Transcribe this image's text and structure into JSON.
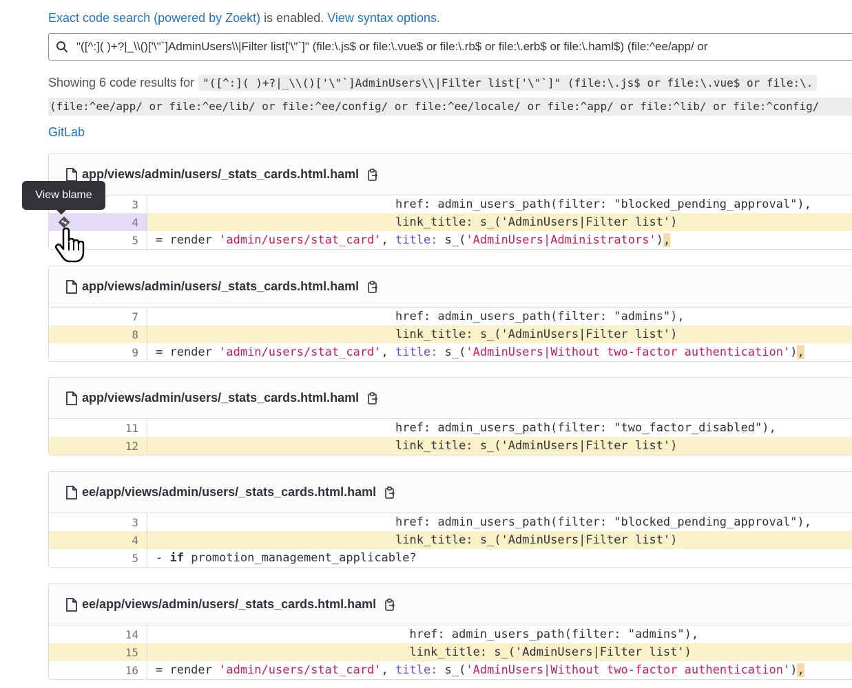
{
  "notice": {
    "prefix": "Exact code search (powered by Zoekt)",
    "middle": " is enabled. ",
    "link": "View syntax options."
  },
  "search": {
    "value": "\"([^:]( )+?|_\\\\()['\\\"`]AdminUsers\\\\|Filter list['\\\"`]\" (file:\\.js$ or file:\\.vue$ or file:\\.rb$ or file:\\.erb$ or file:\\.haml$) (file:^ee/app/ or"
  },
  "results": {
    "prefix": "Showing 6 code results for",
    "query_line1": "\"([^:]( )+?|_\\\\()['\\\"`]AdminUsers\\\\|Filter list['\\\"`]\" (file:\\.js$ or file:\\.vue$ or file:\\.",
    "query_line2": "(file:^ee/app/ or file:^ee/lib/ or file:^ee/config/ or file:^ee/locale/ or file:^app/ or file:^lib/ or file:^config/"
  },
  "project": "GitLab",
  "tooltip": "View blame",
  "files": [
    {
      "path": "app/views/admin/users/_stats_cards.html.haml",
      "lines": [
        {
          "no": "3",
          "indent": "                                  ",
          "text": "href: admin_users_path(filter: \"blocked_pending_approval\"),",
          "hl": false
        },
        {
          "no": "4",
          "indent": "                                  ",
          "text": "link_title: s_('AdminUsers|Filter list')",
          "hl": true
        },
        {
          "no": "5",
          "render": true,
          "title": "'AdminUsers|Administrators'",
          "hl": false
        }
      ]
    },
    {
      "path": "app/views/admin/users/_stats_cards.html.haml",
      "lines": [
        {
          "no": "7",
          "indent": "                                  ",
          "text": "href: admin_users_path(filter: \"admins\"),",
          "hl": false
        },
        {
          "no": "8",
          "indent": "                                  ",
          "text": "link_title: s_('AdminUsers|Filter list')",
          "hl": true
        },
        {
          "no": "9",
          "render": true,
          "title": "'AdminUsers|Without two-factor authentication'",
          "hl": false
        }
      ]
    },
    {
      "path": "app/views/admin/users/_stats_cards.html.haml",
      "lines": [
        {
          "no": "11",
          "indent": "                                  ",
          "text": "href: admin_users_path(filter: \"two_factor_disabled\"),",
          "hl": false
        },
        {
          "no": "12",
          "indent": "                                  ",
          "text": "link_title: s_('AdminUsers|Filter list')",
          "hl": true
        }
      ]
    },
    {
      "path": "ee/app/views/admin/users/_stats_cards.html.haml",
      "lines": [
        {
          "no": "3",
          "indent": "                                  ",
          "text": "href: admin_users_path(filter: \"blocked_pending_approval\"),",
          "hl": false
        },
        {
          "no": "4",
          "indent": "                                  ",
          "text": "link_title: s_('AdminUsers|Filter list')",
          "hl": true
        },
        {
          "no": "5",
          "ifline": true,
          "text": "promotion_management_applicable?",
          "hl": false
        }
      ]
    },
    {
      "path": "ee/app/views/admin/users/_stats_cards.html.haml",
      "lines": [
        {
          "no": "14",
          "indent": "                                    ",
          "text": "href: admin_users_path(filter: \"admins\"),",
          "hl": false
        },
        {
          "no": "15",
          "indent": "                                    ",
          "text": "link_title: s_('AdminUsers|Filter list')",
          "hl": true
        },
        {
          "no": "16",
          "render": true,
          "title": "'AdminUsers|Without two-factor authentication'",
          "hl": false
        }
      ]
    }
  ],
  "code_tokens": {
    "render_prefix": "= render ",
    "render_path": "'admin/users/stat_card'",
    "render_comma": ", ",
    "title_sym": "title:",
    "s_open": " s_(",
    "s_close": ")",
    "trail": ",",
    "if_prefix": "- ",
    "if_kw": "if",
    "if_space": " "
  },
  "icons": {
    "search": "search-icon",
    "file": "file-icon",
    "copy": "copy-icon",
    "blame": "blame-icon",
    "cursor": "hand-pointer-icon"
  },
  "colors": {
    "link": "#1f75cb",
    "highlight": "#fbf1c8",
    "active_gutter": "#e4dcf6",
    "string": "#c91c5f"
  }
}
